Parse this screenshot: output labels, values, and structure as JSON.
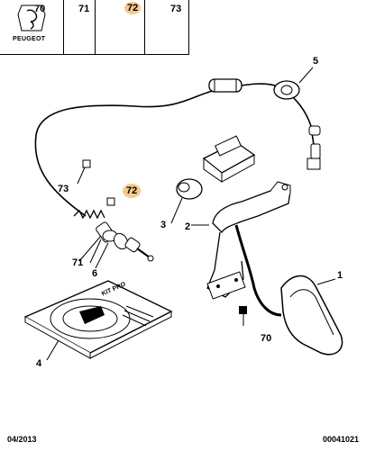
{
  "header_strip": {
    "logo_text": "PEUGEOT",
    "cells": [
      {
        "num": "70"
      },
      {
        "num": "71"
      },
      {
        "num": "72"
      },
      {
        "num": "73"
      }
    ]
  },
  "callouts": {
    "c1": "1",
    "c2": "2",
    "c3": "3",
    "c4": "4",
    "c5": "5",
    "c6": "6",
    "c70": "70",
    "c71": "71",
    "c72": "72",
    "c73": "73"
  },
  "kit_label": "KIT PRO",
  "footer": {
    "date": "04/2013",
    "code": "00041021"
  },
  "colors": {
    "highlight": "#f6c98a",
    "ink": "#000000"
  }
}
